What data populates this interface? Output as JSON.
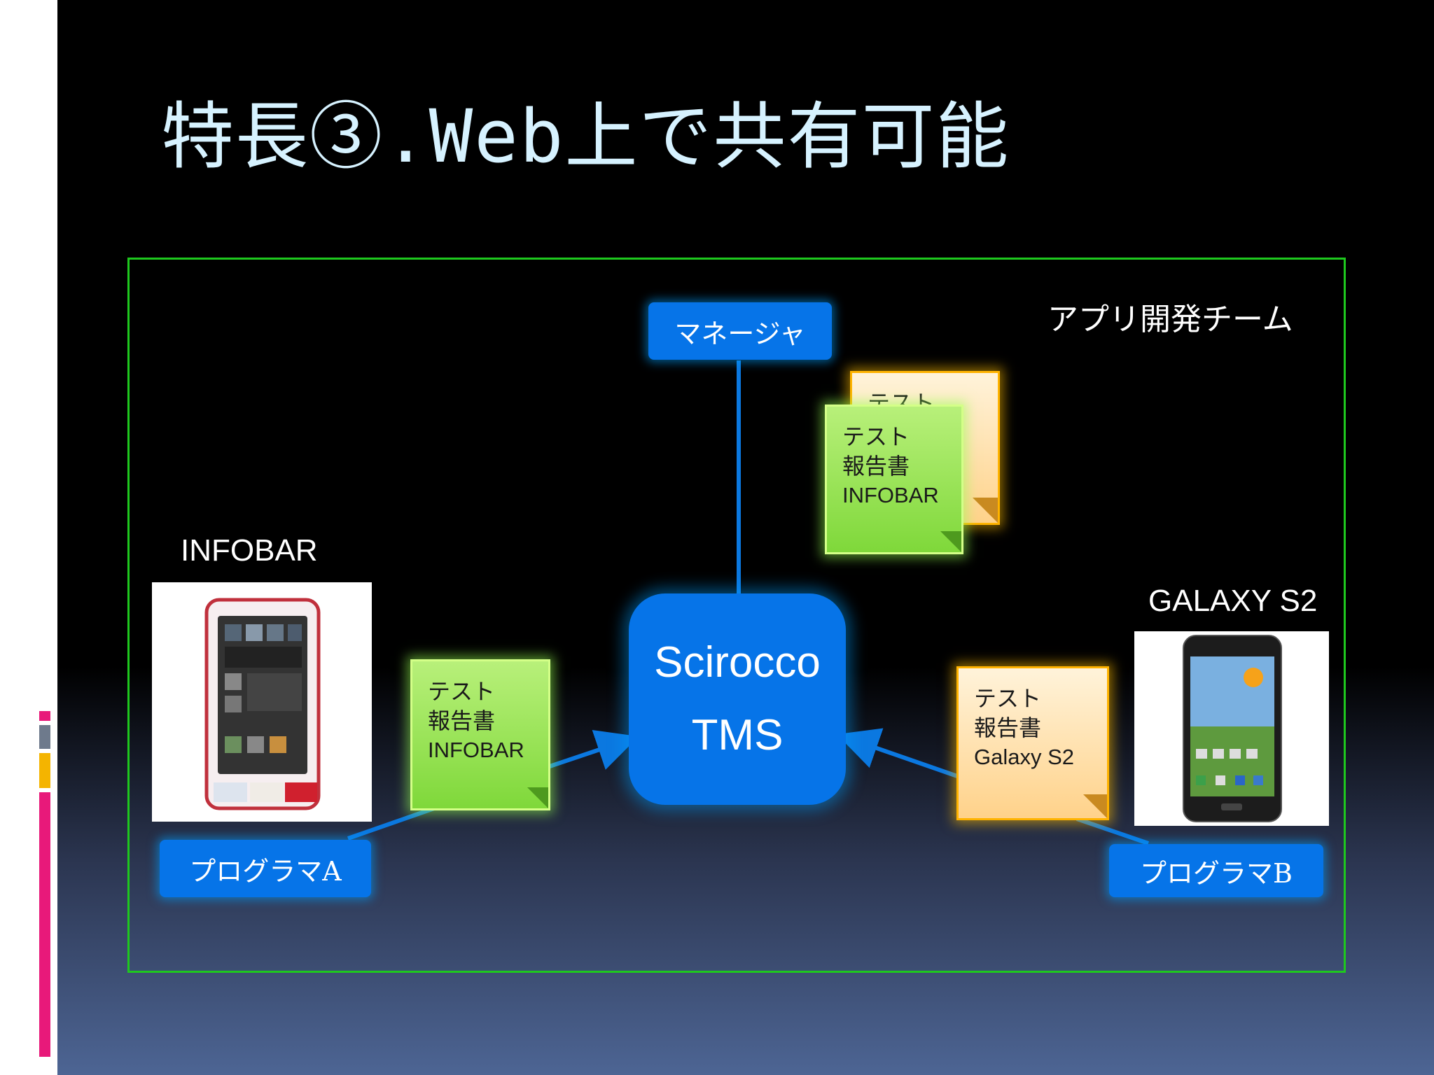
{
  "title": "特長③.Web上で共有可能",
  "team_label": "アプリ開発チーム",
  "manager_label": "マネージャ",
  "tms": {
    "line1": "Scirocco",
    "line2": "TMS"
  },
  "devices": {
    "left": {
      "name": "INFOBAR",
      "programmer": "プログラマA"
    },
    "right": {
      "name": "GALAXY S2",
      "programmer": "プログラマB"
    }
  },
  "notes": {
    "back_top": {
      "line1": "テスト"
    },
    "front_top": {
      "line1": "テスト",
      "line2": "報告書",
      "line3": "INFOBAR"
    },
    "left": {
      "line1": "テスト",
      "line2": "報告書",
      "line3": "INFOBAR"
    },
    "right": {
      "line1": "テスト",
      "line2": "報告書",
      "line3": "Galaxy S2"
    }
  },
  "colors": {
    "title": "#d6f2ff",
    "frame_border": "#1ec81e",
    "box_blue": "#0674e8",
    "connector_blue": "#0b78e0",
    "note_green": "#8fe04a",
    "note_orange": "#ffd28a",
    "strip_pink": "#e8197a",
    "strip_gray": "#6e7a8c",
    "strip_amber": "#f4b400"
  },
  "icons": [
    "infobar-phone-image",
    "galaxy-phone-image",
    "arrow-right",
    "arrow-left"
  ]
}
